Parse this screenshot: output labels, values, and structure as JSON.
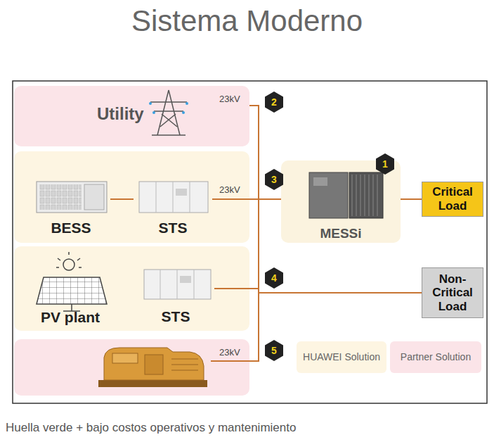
{
  "diagram": {
    "title": "Sistema Moderno",
    "caption": "Huella verde + bajo costos operativos y mantenimiento",
    "nodes": [
      {
        "text": [
          "Utility"
        ]
      },
      {
        "text": [
          "BESS"
        ]
      },
      {
        "text": [
          "STS"
        ]
      },
      {
        "text": [
          "MESSi"
        ]
      },
      {
        "text": [
          "Critical Load"
        ]
      },
      {
        "text": [
          "PV plant"
        ]
      },
      {
        "text": [
          "STS"
        ]
      },
      {
        "text": [
          "Non-Critical Load"
        ]
      }
    ],
    "edges": [
      {
        "from": 0,
        "to": 3,
        "arrow": "none"
      },
      {
        "from": 0,
        "to": 7,
        "arrow": "none"
      },
      {
        "from": 1,
        "to": 2,
        "arrow": "none"
      },
      {
        "from": 2,
        "to": 3,
        "arrow": "none"
      },
      {
        "from": 2,
        "to": 7,
        "arrow": "none"
      },
      {
        "from": 3,
        "to": 4,
        "arrow": "none"
      },
      {
        "from": 6,
        "to": 3,
        "arrow": "none"
      },
      {
        "from": 6,
        "to": 7,
        "arrow": "none"
      }
    ],
    "labels": [
      "2",
      "23kV",
      "1",
      "23kV",
      "3",
      "4",
      "23kV",
      "5"
    ],
    "legend": [
      {
        "text": "HUAWEI Solution",
        "color": "#fdf5e2"
      },
      {
        "text": "Partner Solution",
        "color": "#fbe4e8"
      }
    ]
  }
}
